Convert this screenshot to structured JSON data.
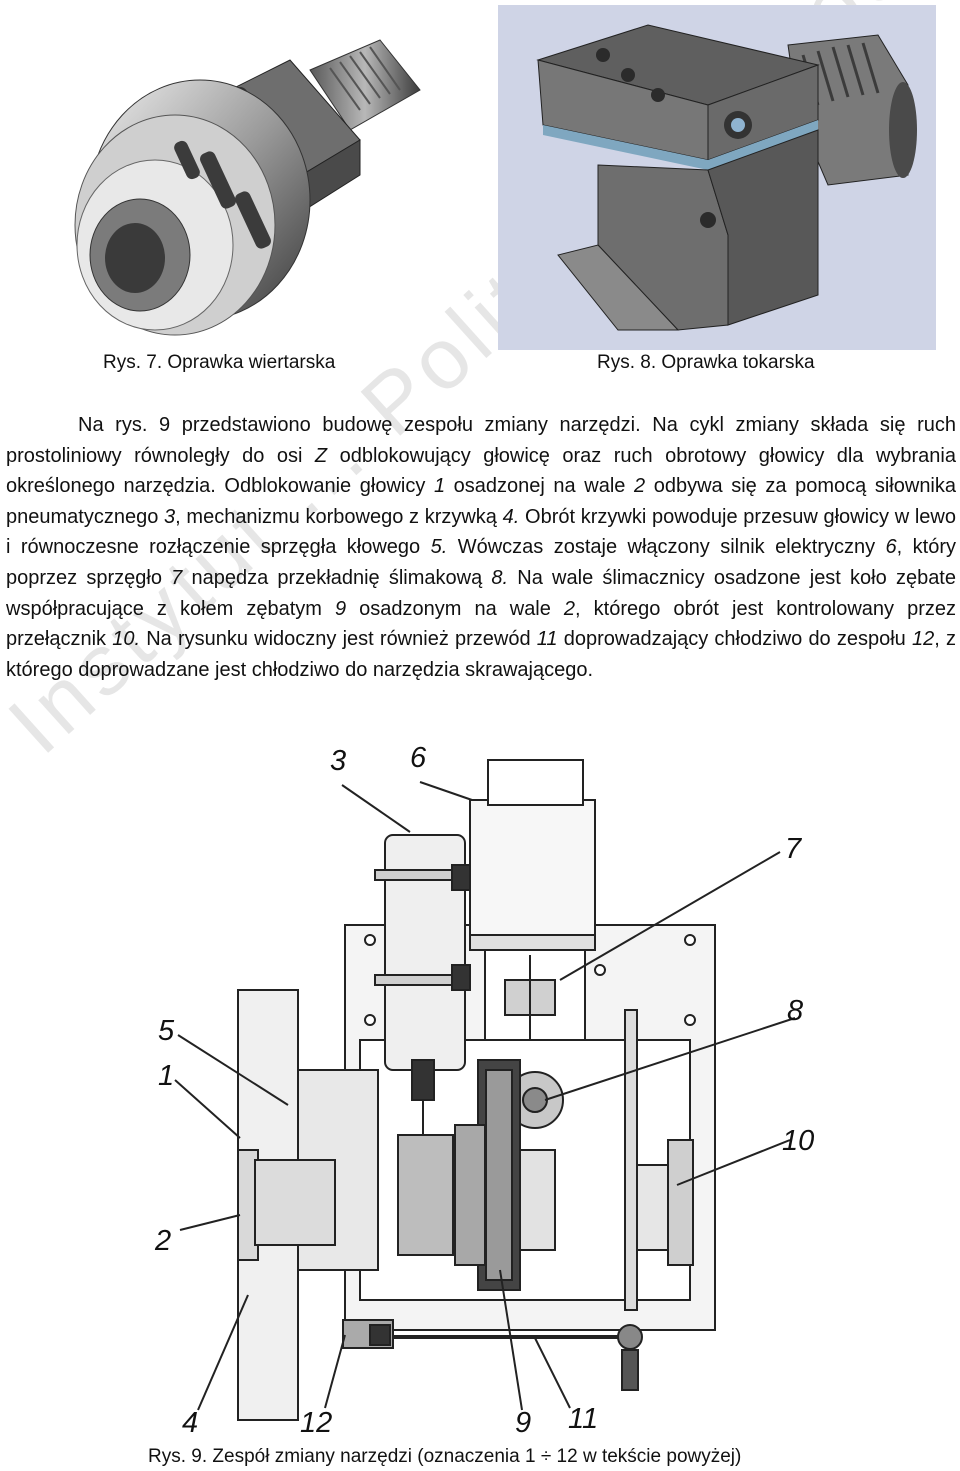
{
  "figures": {
    "fig7_caption": "Rys. 7. Oprawka wiertarska",
    "fig8_caption": "Rys. 8. Oprawka tokarska",
    "fig9_caption": "Rys. 9. Zespół zmiany narzędzi (oznaczenia 1 ÷ 12 w tekście powyżej)"
  },
  "paragraph": {
    "s1": "Na rys. 9 przedstawiono budowę zespołu zmiany narzędzi. Na cykl zmiany składa się ruch prostoliniowy równoległy do osi ",
    "axis": "Z",
    "s2": " odblokowujący głowicę oraz ruch obrotowy głowicy dla wybrania określonego narzędzia. Odblokowanie głowicy ",
    "n1": "1",
    "s3": " osadzonej na wale ",
    "n2": "2",
    "s4": " odbywa się za pomocą siłownika pneumatycznego ",
    "n3": "3",
    "s5": ", mechanizmu korbowego z krzywką ",
    "n4": "4.",
    "s6": " Obrót krzywki powoduje przesuw głowicy w lewo i równoczesne rozłączenie sprzęgła kłowego ",
    "n5": "5.",
    "s7": " Wówczas zostaje włączony silnik elektryczny ",
    "n6": "6",
    "s8": ", który poprzez sprzęgło ",
    "n7": "7",
    "s9": " napędza przekładnię ślimakową ",
    "n8": "8.",
    "s10": " Na wale ślimacznicy osadzone jest koło zębate współpracujące z kołem zębatym ",
    "n9": "9",
    "s11": " osadzonym na wale ",
    "n2b": "2",
    "s12": ", którego obrót jest kontrolowany przez przełącznik ",
    "n10": "10.",
    "s13": " Na rysunku widoczny jest również przewód ",
    "n11": "11",
    "s14": " doprowadzający chłodziwo do zespołu ",
    "n12": "12",
    "s15": ", z którego doprowadzane jest chłodziwo do narzędzia skrawającego."
  },
  "callouts": [
    "3",
    "6",
    "7",
    "5",
    "1",
    "8",
    "10",
    "2",
    "4",
    "12",
    "9",
    "11"
  ],
  "watermark": "Instytut ... Politechniki Łódzkiej",
  "colors": {
    "text": "#111111",
    "steel": "#8a8a8a",
    "dark": "#2b2b2b",
    "blue_band": "#7fa7c0"
  }
}
